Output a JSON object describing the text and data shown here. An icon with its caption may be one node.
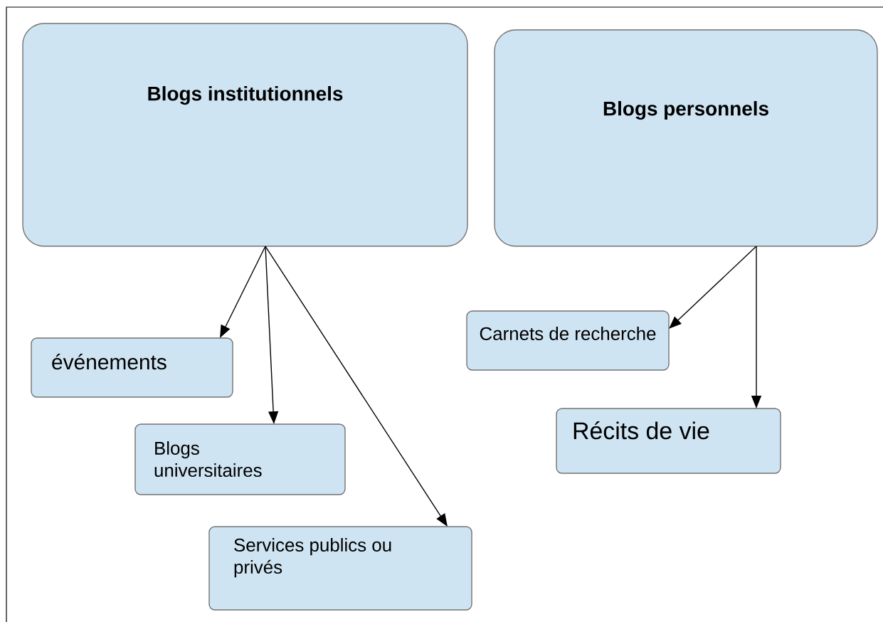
{
  "diagram": {
    "nodes": [
      {
        "text": [
          "Blogs institutionnels"
        ]
      },
      {
        "text": [
          "Blogs personnels"
        ]
      },
      {
        "text": [
          "événements"
        ]
      },
      {
        "text": [
          "Blogs universitaires"
        ]
      },
      {
        "text": [
          "Services publics ou privés"
        ]
      },
      {
        "text": [
          "Carnets de recherche"
        ]
      },
      {
        "text": [
          "Récits de vie"
        ]
      }
    ],
    "edges": [
      {
        "from": 0,
        "to": 2,
        "arrow": "to"
      },
      {
        "from": 0,
        "to": 3,
        "arrow": "to"
      },
      {
        "from": 0,
        "to": 4,
        "arrow": "to"
      },
      {
        "from": 1,
        "to": 5,
        "arrow": "to"
      },
      {
        "from": 1,
        "to": 6,
        "arrow": "to"
      }
    ]
  }
}
